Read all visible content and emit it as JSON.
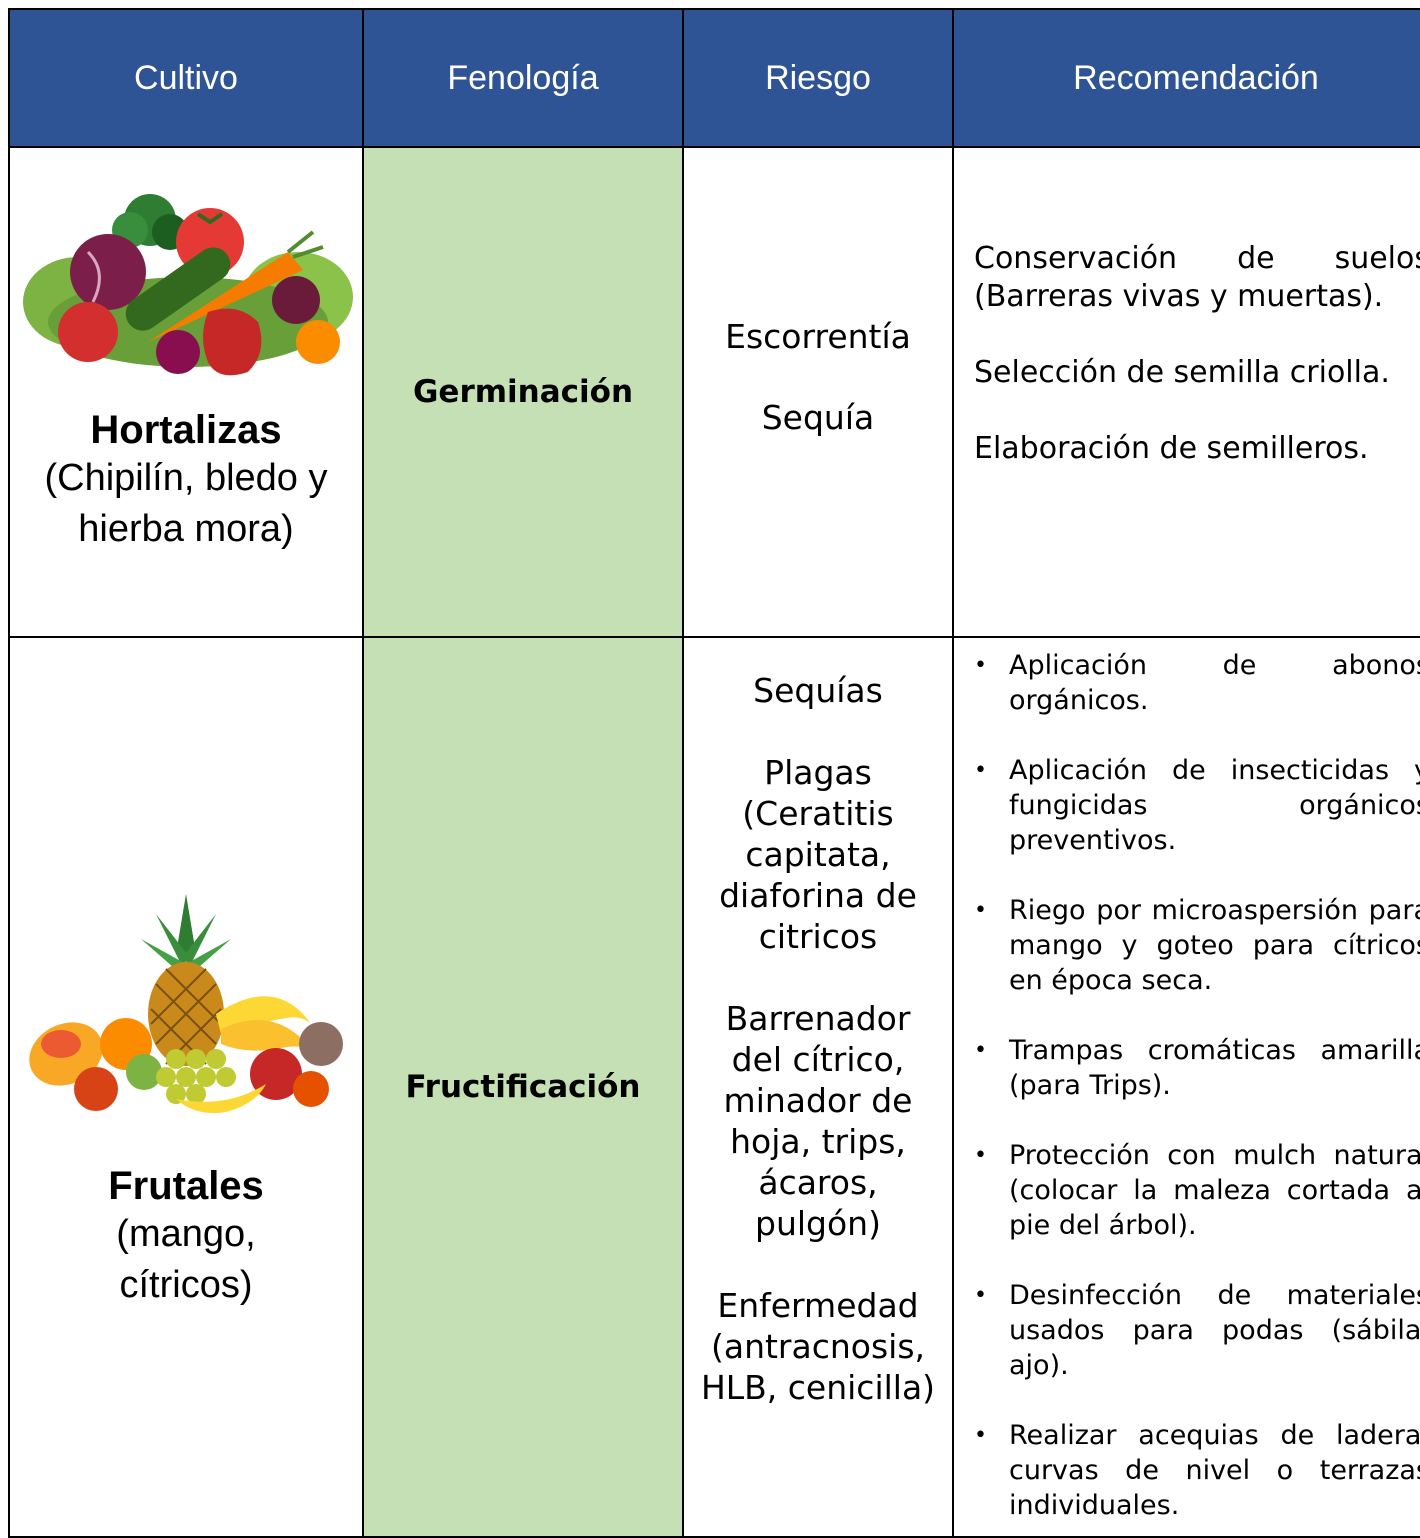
{
  "header": {
    "cultivo": "Cultivo",
    "fenologia": "Fenología",
    "riesgo": "Riesgo",
    "recomendacion": "Recomendación"
  },
  "rows": [
    {
      "cultivo_name": "Hortalizas",
      "cultivo_desc": "(Chipilín, bledo y hierba mora)",
      "fenologia": "Germinación",
      "riesgos": [
        "Escorrentía",
        "Sequía"
      ],
      "recomendaciones": [
        "Conservación de suelos (Barreras vivas y muertas).",
        "Selección de semilla criolla.",
        "Elaboración de semilleros."
      ]
    },
    {
      "cultivo_name": "Frutales",
      "cultivo_desc": "(mango, cítricos)",
      "fenologia": "Fructificación",
      "riesgos": [
        "Sequías",
        "Plagas (Ceratitis capitata, diaforina de citricos",
        "Barrenador del cítrico, minador de hoja, trips, ácaros, pulgón)",
        "Enfermedad (antracnosis, HLB, cenicilla)"
      ],
      "recomendaciones": [
        "Aplicación de abonos orgánicos.",
        "Aplicación de insecticidas y fungicidas orgánicos preventivos.",
        "Riego por microaspersión para mango y goteo para cítricos en época seca.",
        "Trampas cromáticas amarilla (para Trips).",
        "Protección con mulch natural (colocar la maleza cortada al pie del árbol).",
        "Desinfección de materiales usados para podas (sábila, ajo).",
        "Realizar acequias de ladera, curvas de nivel o terrazas individuales."
      ]
    }
  ],
  "colors": {
    "header_bg": "#2f5496",
    "fenologia_bg": "#c5e0b4",
    "border": "#000000"
  },
  "icons": [
    "vegetables-image",
    "fruits-image",
    "bullet-icon"
  ]
}
